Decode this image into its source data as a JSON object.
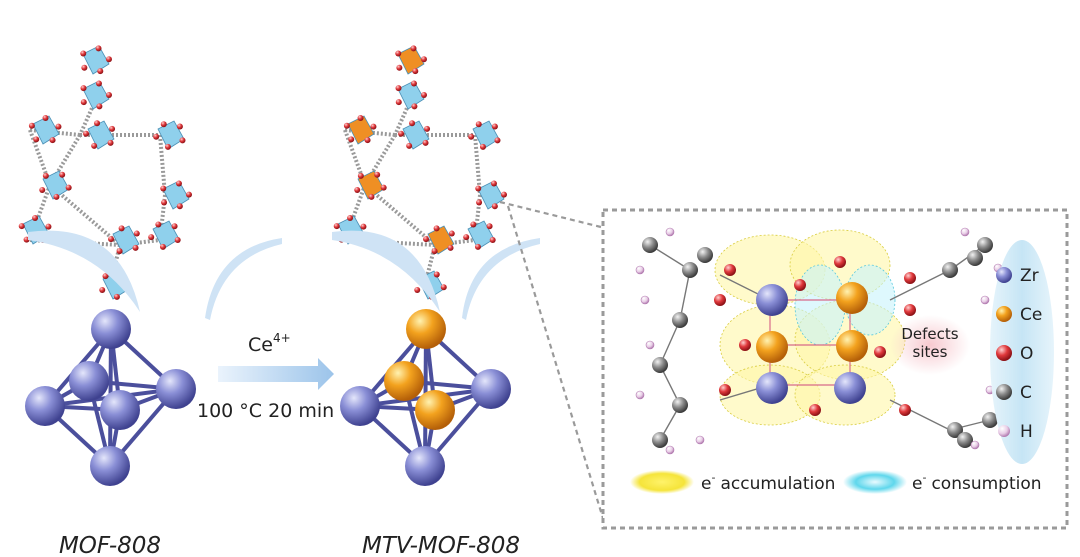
{
  "labels": {
    "left_structure": "MOF-808",
    "right_structure": "MTV-MOF-808",
    "reagent": "Ce",
    "reagent_charge": "4+",
    "conditions": "100 °C 20 min",
    "defects": [
      "Defects",
      "sites"
    ]
  },
  "legend": {
    "elements": [
      {
        "symbol": "Zr",
        "color": "#5a5fb8"
      },
      {
        "symbol": "Ce",
        "color": "#c66a14"
      },
      {
        "symbol": "O",
        "color": "#d8282d"
      },
      {
        "symbol": "C",
        "color": "#7c7c7c"
      },
      {
        "symbol": "H",
        "color": "#c98bc7"
      }
    ],
    "accumulation_prefix": "e",
    "accumulation_sup": "-",
    "accumulation_text": "accumulation",
    "consumption_prefix": "e",
    "consumption_sup": "-",
    "consumption_text": "consumption"
  },
  "colors": {
    "zr_sphere": "#8a8fd6",
    "ce_sphere": "#f0a01c",
    "strut": "#4b4f9c",
    "framework_poly": "#8fd0ec",
    "arrow": "#b9d6f2",
    "dashed_box": "#9a9a9a",
    "legend_panel": "#cde8f7"
  }
}
